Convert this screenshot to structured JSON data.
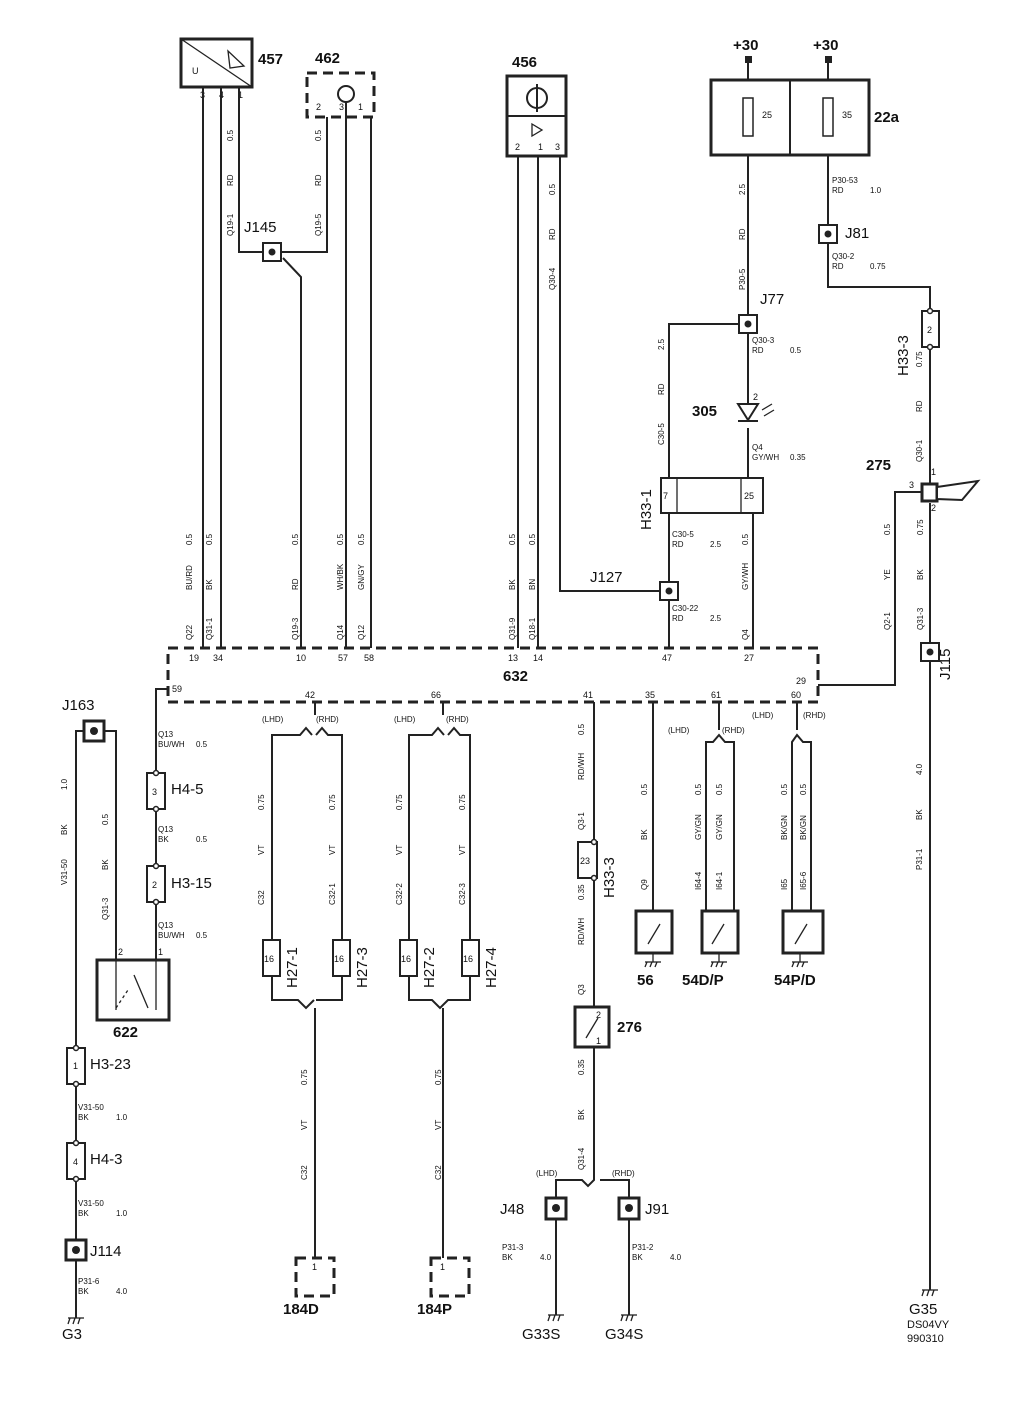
{
  "components": {
    "c457": "457",
    "c462": "462",
    "c456": "456",
    "c22a": "22a",
    "c305": "305",
    "c275": "275",
    "c632": "632",
    "c622": "622",
    "c276": "276",
    "c56": "56",
    "c54dp": "54D/P",
    "c54pd": "54P/D",
    "c184d": "184D",
    "c184p": "184P"
  },
  "power": {
    "p1": "+30",
    "p2": "+30"
  },
  "fuses": {
    "f25": "25",
    "f35": "35"
  },
  "junctions": {
    "J145": "J145",
    "J81": "J81",
    "J77": "J77",
    "J127": "J127",
    "J115": "J115",
    "J163": "J163",
    "J114": "J114",
    "J48": "J48",
    "J91": "J91"
  },
  "connectors": {
    "H33_3a": "H33-3",
    "H33_1": "H33-1",
    "H4_5": "H4-5",
    "H3_15": "H3-15",
    "H3_23": "H3-23",
    "H4_3": "H4-3",
    "H27_1": "H27-1",
    "H27_3": "H27-3",
    "H27_2": "H27-2",
    "H27_4": "H27-4",
    "H33_3b": "H33-3"
  },
  "grounds": {
    "G3": "G3",
    "G33S": "G33S",
    "G34S": "G34S",
    "G35": "G35"
  },
  "pins": {
    "p457": [
      "3",
      "4",
      "1"
    ],
    "p462": [
      "2",
      "3",
      "1"
    ],
    "p456": [
      "2",
      "1",
      "3"
    ],
    "bus_top": [
      "19",
      "34",
      "10",
      "57",
      "58",
      "13",
      "14",
      "47",
      "27",
      "29"
    ],
    "bus_bot": [
      "59",
      "42",
      "66",
      "41",
      "35",
      "61",
      "60"
    ],
    "c276": [
      "2",
      "1"
    ],
    "c622": [
      "2",
      "1"
    ],
    "c275": [
      "1",
      "3",
      "2"
    ],
    "c305_2": "2",
    "H33_1_l": "7",
    "H33_1_r": "25",
    "H33_3a": "2",
    "H4_5": "3",
    "H3_15": "2",
    "H3_23": "1",
    "H4_3": "4",
    "H33_3b": "23",
    "H27": "16",
    "c184": "1",
    "u_label": "U"
  },
  "wires": {
    "w_q22": [
      "Q22",
      "BU/RD",
      "0.5"
    ],
    "w_q31_1": [
      "Q31-1",
      "BK",
      "0.5"
    ],
    "w_q19_1": [
      "Q19-1",
      "RD",
      "0.5"
    ],
    "w_q19_5": [
      "Q19-5",
      "RD",
      "0.5"
    ],
    "w_q19_3": [
      "Q19-3",
      "RD",
      "0.5"
    ],
    "w_q14": [
      "Q14",
      "WH/BK",
      "0.5"
    ],
    "w_q12": [
      "Q12",
      "GN/GY",
      "0.5"
    ],
    "w_q31_9": [
      "Q31-9",
      "BK",
      "0.5"
    ],
    "w_q18_1": [
      "Q18-1",
      "BN",
      "0.5"
    ],
    "w_q30_4": [
      "Q30-4",
      "RD",
      "0.5"
    ],
    "w_p30_5": [
      "P30-5",
      "RD",
      "2.5"
    ],
    "w_p30_53": [
      "P30-53",
      "RD",
      "1.0"
    ],
    "w_q30_2": [
      "Q30-2",
      "RD",
      "0.75"
    ],
    "w_q30_3": [
      "Q30-3",
      "RD",
      "0.5"
    ],
    "w_c30_5a": [
      "C30-5",
      "RD",
      "2.5"
    ],
    "w_q4a": [
      "Q4",
      "GY/WH",
      "0.35"
    ],
    "w_q30_1": [
      "Q30-1",
      "RD",
      "0.75"
    ],
    "w_c30_5b": [
      "C30-5",
      "RD",
      "2.5"
    ],
    "w_c30_22": [
      "C30-22",
      "RD",
      "2.5"
    ],
    "w_q4b": [
      "Q4",
      "GY/WH",
      "0.5"
    ],
    "w_q2_1": [
      "Q2-1",
      "YE",
      "0.5"
    ],
    "w_q31_3r": [
      "Q31-3",
      "BK",
      "0.75"
    ],
    "w_q13a": [
      "Q13",
      "BU/WH",
      "0.5"
    ],
    "w_q13b": [
      "Q13",
      "BK",
      "0.5"
    ],
    "w_q13c": [
      "Q13",
      "BU/WH",
      "0.5"
    ],
    "w_v31_50a": [
      "V31-50",
      "BK",
      "1.0"
    ],
    "w_q31_3l": [
      "Q31-3",
      "BK",
      "0.5"
    ],
    "w_v31_50b": [
      "V31-50",
      "BK",
      "1.0"
    ],
    "w_v31_50c": [
      "V31-50",
      "BK",
      "1.0"
    ],
    "w_p31_6": [
      "P31-6",
      "BK",
      "4.0"
    ],
    "w_c32a": [
      "C32",
      "VT",
      "0.75"
    ],
    "w_c32_1": [
      "C32-1",
      "VT",
      "0.75"
    ],
    "w_c32_2": [
      "C32-2",
      "VT",
      "0.75"
    ],
    "w_c32_3": [
      "C32-3",
      "VT",
      "0.75"
    ],
    "w_c32b": [
      "C32",
      "VT",
      "0.75"
    ],
    "w_c32c": [
      "C32",
      "VT",
      "0.75"
    ],
    "w_q3_1": [
      "Q3-1",
      "RD/WH",
      "0.5"
    ],
    "w_q3": [
      "Q3",
      "RD/WH",
      "0.35"
    ],
    "w_q31_4": [
      "Q31-4",
      "BK",
      "0.35"
    ],
    "w_q9": [
      "Q9",
      "BK",
      "0.5"
    ],
    "w_i64_4": [
      "I64-4",
      "GY/GN",
      "0.5"
    ],
    "w_i64_1": [
      "I64-1",
      "GY/GN",
      "0.5"
    ],
    "w_i65": [
      "I65",
      "BK/GN",
      "0.5"
    ],
    "w_i65_6": [
      "I65-6",
      "BK/GN",
      "0.5"
    ],
    "w_p31_3": [
      "P31-3",
      "BK",
      "4.0"
    ],
    "w_p31_2": [
      "P31-2",
      "BK",
      "4.0"
    ],
    "w_p31_1": [
      "P31-1",
      "BK",
      "4.0"
    ]
  },
  "variants": {
    "lhd": "(LHD)",
    "rhd": "(RHD)"
  },
  "footer": {
    "code": "DS04VY",
    "date": "990310"
  }
}
